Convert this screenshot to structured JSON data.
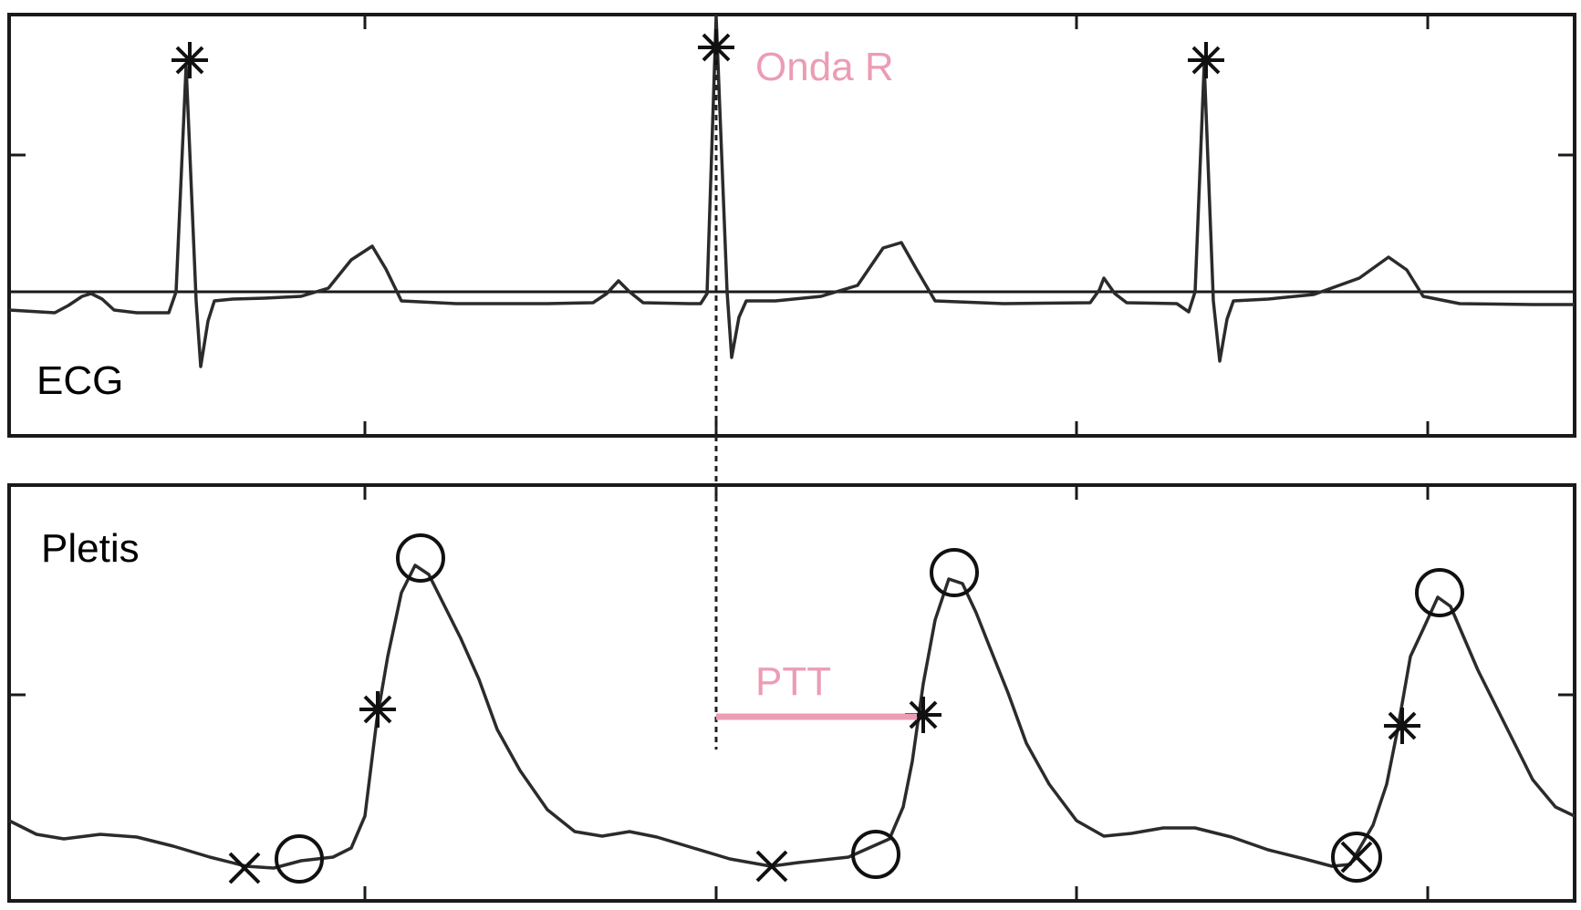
{
  "colors": {
    "trace": "#2b2b2b",
    "axis": "#1a1a1a",
    "annotation": "#ec9cb4",
    "background": "#ffffff"
  },
  "chart_data": [
    {
      "type": "line",
      "panel_label": "ECG",
      "annotation": "Onda R",
      "markers": {
        "r_peak": "asterisk"
      },
      "grid": false
    },
    {
      "type": "line",
      "panel_label": "Pletis",
      "annotation": "PTT",
      "markers": {
        "foot": "cross",
        "minimum": "circle",
        "max_slope": "asterisk",
        "peak": "circle"
      },
      "grid": false
    }
  ]
}
